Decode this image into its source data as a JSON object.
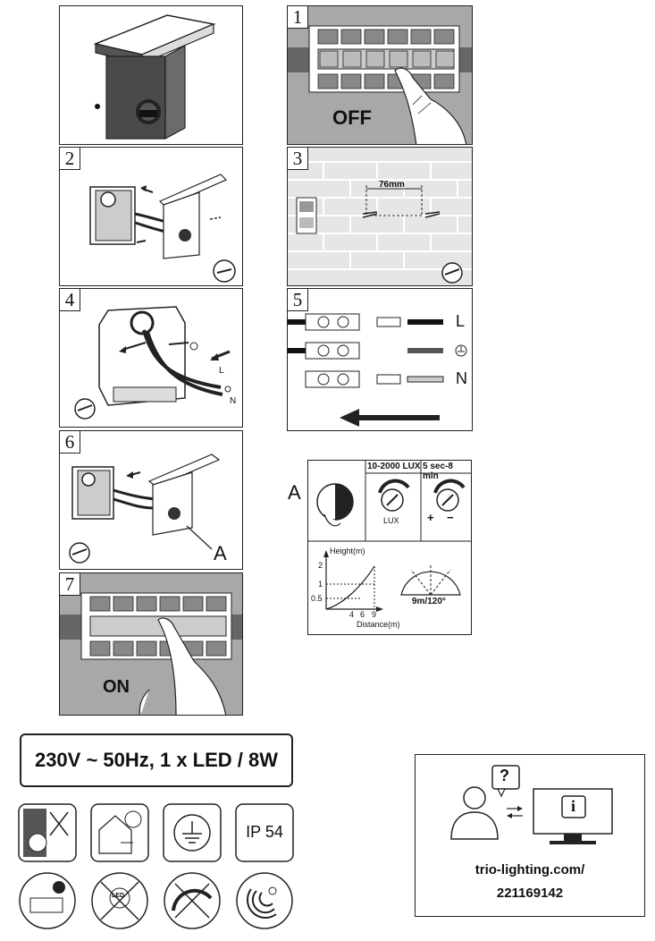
{
  "steps": {
    "s1": {
      "num": "1",
      "caption": "OFF"
    },
    "s2": {
      "num": "2"
    },
    "s3": {
      "num": "3",
      "dimension": "76mm"
    },
    "s4": {
      "num": "4",
      "wire_l": "L",
      "wire_n": "N"
    },
    "s5": {
      "num": "5",
      "label_l": "L",
      "label_n": "N"
    },
    "s6": {
      "num": "6",
      "callout": "A"
    },
    "s7": {
      "num": "7",
      "caption": "ON"
    }
  },
  "settings": {
    "callout": "A",
    "lux_title": "10-2000 LUX",
    "lux_caption": "LUX",
    "time_title": "5 sec-8 min",
    "plus": "+",
    "minus": "−"
  },
  "detection": {
    "y_title": "Height(m)",
    "x_title": "Distance(m)",
    "y_ticks": [
      "2",
      "1",
      "0.5"
    ],
    "x_ticks": [
      "4",
      "6",
      "9"
    ],
    "range_label": "9m/120°"
  },
  "spec_text": "230V ~ 50Hz, 1 x LED / 8W",
  "badges": {
    "ip_rating": "IP 54",
    "led_text": "LED"
  },
  "info_box": {
    "url_line1": "trio-lighting.com/",
    "url_line2": "221169142",
    "question_mark": "?",
    "info_mark": "i"
  }
}
